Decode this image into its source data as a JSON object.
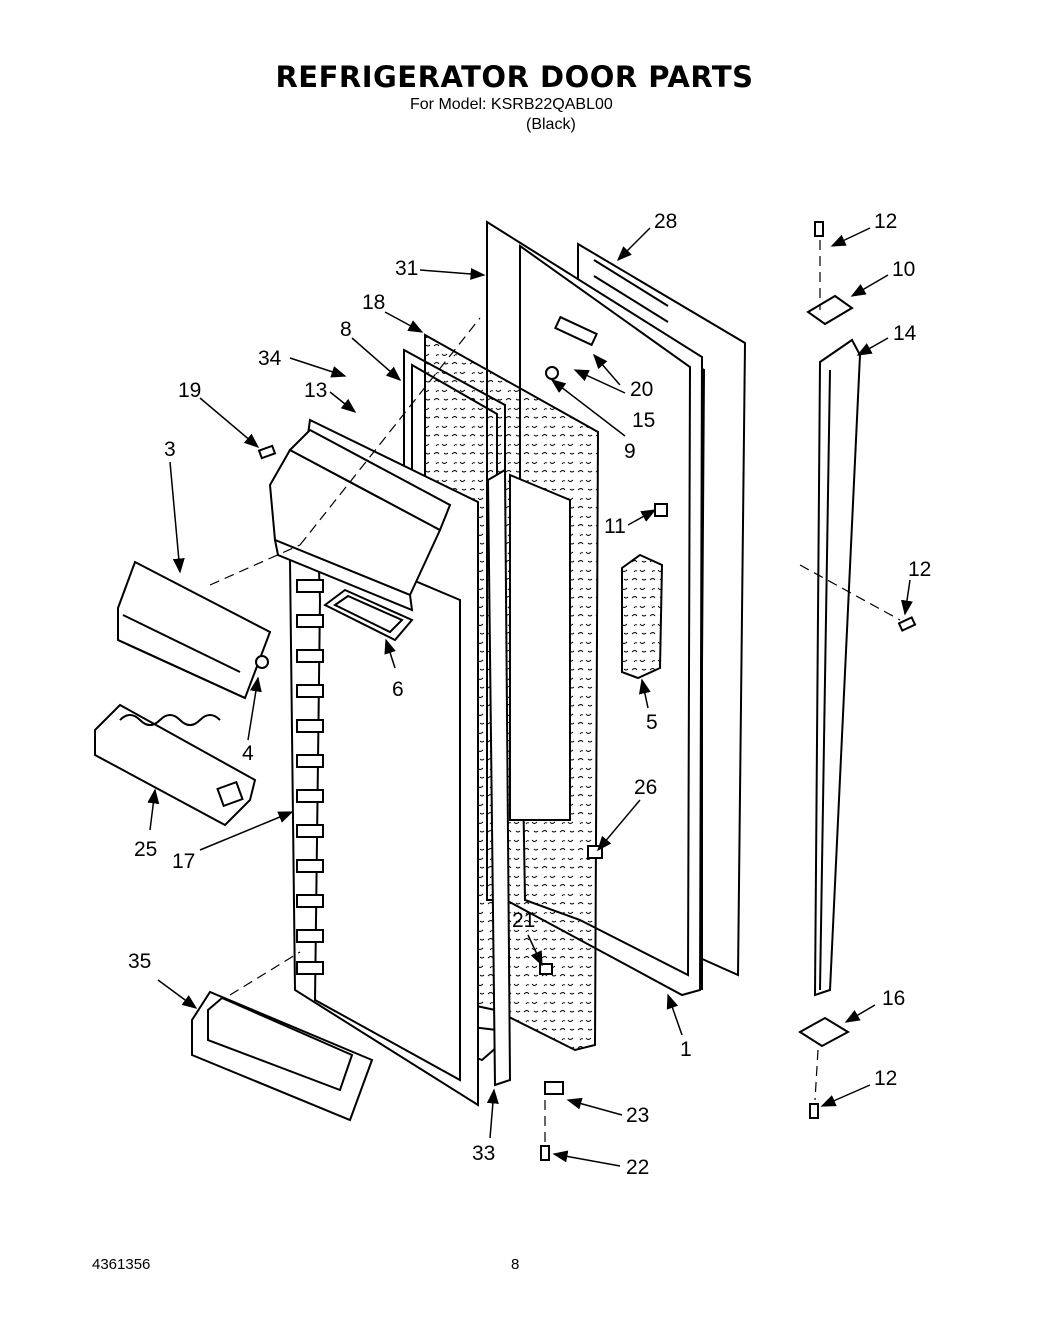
{
  "header": {
    "title": "REFRIGERATOR DOOR PARTS",
    "model_line": "For Model: KSRB22QABL00",
    "color_line": "(Black)"
  },
  "footer": {
    "part_number": "4361356",
    "page_number": "8"
  },
  "callouts": {
    "c1": "1",
    "c3": "3",
    "c4": "4",
    "c5": "5",
    "c6": "6",
    "c8": "8",
    "c9": "9",
    "c10": "10",
    "c11": "11",
    "c12a": "12",
    "c12b": "12",
    "c12c": "12",
    "c13": "13",
    "c14": "14",
    "c15": "15",
    "c16": "16",
    "c17": "17",
    "c18": "18",
    "c19": "19",
    "c20": "20",
    "c21": "21",
    "c22": "22",
    "c23": "23",
    "c25": "25",
    "c26": "26",
    "c28": "28",
    "c31": "31",
    "c33": "33",
    "c34": "34",
    "c35": "35"
  }
}
